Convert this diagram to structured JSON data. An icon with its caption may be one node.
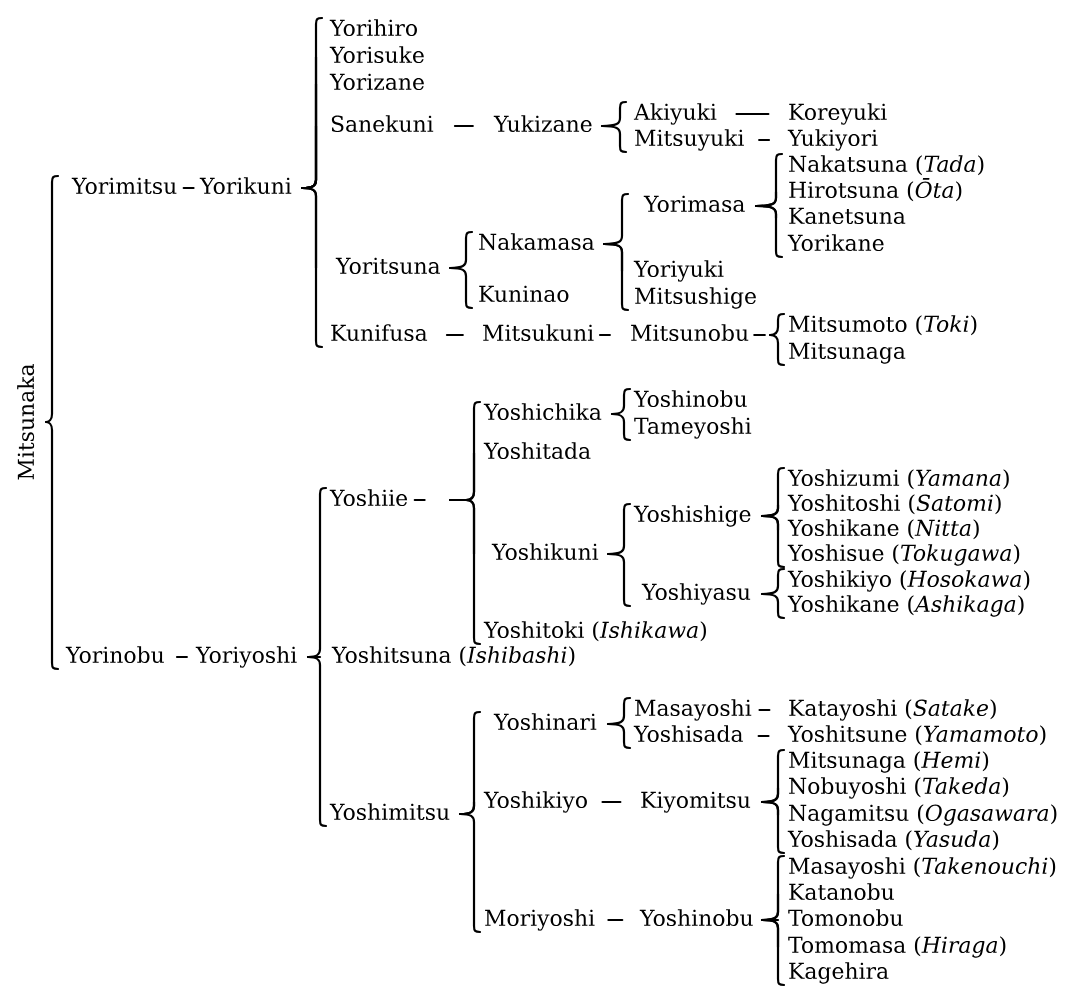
{
  "diagram": {
    "nodes": [
      {
        "text": [
          "Mitsunaka"
        ]
      },
      {
        "text": [
          "Yorimitsu"
        ]
      },
      {
        "text": [
          "Yorikuni"
        ]
      },
      {
        "text": [
          "Yorihiro"
        ]
      },
      {
        "text": [
          "Yorisuke"
        ]
      },
      {
        "text": [
          "Yorizane"
        ]
      },
      {
        "text": [
          "Sanekuni"
        ]
      },
      {
        "text": [
          "Yukizane"
        ]
      },
      {
        "text": [
          "Akiyuki"
        ]
      },
      {
        "text": [
          "Koreyuki"
        ]
      },
      {
        "text": [
          "Mitsuyuki"
        ]
      },
      {
        "text": [
          "Yukiyori"
        ]
      },
      {
        "text": [
          "Yoritsuna"
        ]
      },
      {
        "text": [
          "Nakamasa"
        ]
      },
      {
        "text": [
          "Yorimasa"
        ]
      },
      {
        "text": [
          "Nakatsuna (*Tada*)"
        ]
      },
      {
        "text": [
          "Hirotsuna (*Ōta*)"
        ]
      },
      {
        "text": [
          "Kanetsuna"
        ]
      },
      {
        "text": [
          "Yorikane"
        ]
      },
      {
        "text": [
          "Yoriyuki"
        ]
      },
      {
        "text": [
          "Mitsushige"
        ]
      },
      {
        "text": [
          "Kuninao"
        ]
      },
      {
        "text": [
          "Kunifusa"
        ]
      },
      {
        "text": [
          "Mitsukuni"
        ]
      },
      {
        "text": [
          "Mitsunobu"
        ]
      },
      {
        "text": [
          "Mitsumoto (*Toki*)"
        ]
      },
      {
        "text": [
          "Mitsunaga"
        ]
      },
      {
        "text": [
          "Yorinobu"
        ]
      },
      {
        "text": [
          "Yoriyoshi"
        ]
      },
      {
        "text": [
          "Yoshiie"
        ]
      },
      {
        "text": [
          "Yoshichika"
        ]
      },
      {
        "text": [
          "Yoshinobu"
        ]
      },
      {
        "text": [
          "Tameyoshi"
        ]
      },
      {
        "text": [
          "Yoshitada"
        ]
      },
      {
        "text": [
          "Yoshikuni"
        ]
      },
      {
        "text": [
          "Yoshishige"
        ]
      },
      {
        "text": [
          "Yoshizumi (*Yamana*)"
        ]
      },
      {
        "text": [
          "Yoshitoshi (*Satomi*)"
        ]
      },
      {
        "text": [
          "Yoshikane (*Nitta*)"
        ]
      },
      {
        "text": [
          "Yoshisue (*Tokugawa*)"
        ]
      },
      {
        "text": [
          "Yoshiyasu"
        ]
      },
      {
        "text": [
          "Yoshikiyo (*Hosokawa*)"
        ]
      },
      {
        "text": [
          "Yoshikane (*Ashikaga*)"
        ]
      },
      {
        "text": [
          "Yoshitoki (*Ishikawa*)"
        ]
      },
      {
        "text": [
          "Yoshitsuna (*Ishibashi*)"
        ]
      },
      {
        "text": [
          "Yoshimitsu"
        ]
      },
      {
        "text": [
          "Yoshinari"
        ]
      },
      {
        "text": [
          "Masayoshi"
        ]
      },
      {
        "text": [
          "Katayoshi (*Satake*)"
        ]
      },
      {
        "text": [
          "Yoshisada"
        ]
      },
      {
        "text": [
          "Yoshitsune (*Yamamoto*)"
        ]
      },
      {
        "text": [
          "Yoshikiyo"
        ]
      },
      {
        "text": [
          "Kiyomitsu"
        ]
      },
      {
        "text": [
          "Mitsunaga (*Hemi*)"
        ]
      },
      {
        "text": [
          "Nobuyoshi (*Takeda*)"
        ]
      },
      {
        "text": [
          "Nagamitsu (*Ogasawara*)"
        ]
      },
      {
        "text": [
          "Yoshisada (*Yasuda*)"
        ]
      },
      {
        "text": [
          "Moriyoshi"
        ]
      },
      {
        "text": [
          "Yoshinobu"
        ]
      },
      {
        "text": [
          "Masayoshi (*Takenouchi*)"
        ]
      },
      {
        "text": [
          "Katanobu"
        ]
      },
      {
        "text": [
          "Tomonobu"
        ]
      },
      {
        "text": [
          "Tomomasa (*Hiraga*)"
        ]
      },
      {
        "text": [
          "Kagehira"
        ]
      }
    ],
    "edges": [
      {
        "from": 0,
        "to": 1,
        "arrow": "none"
      },
      {
        "from": 0,
        "to": 27,
        "arrow": "none"
      },
      {
        "from": 1,
        "to": 2,
        "arrow": "none"
      },
      {
        "from": 2,
        "to": 3,
        "arrow": "none"
      },
      {
        "from": 2,
        "to": 4,
        "arrow": "none"
      },
      {
        "from": 2,
        "to": 5,
        "arrow": "none"
      },
      {
        "from": 2,
        "to": 6,
        "arrow": "none"
      },
      {
        "from": 2,
        "to": 12,
        "arrow": "none"
      },
      {
        "from": 2,
        "to": 22,
        "arrow": "none"
      },
      {
        "from": 6,
        "to": 7,
        "arrow": "none"
      },
      {
        "from": 7,
        "to": 8,
        "arrow": "none"
      },
      {
        "from": 7,
        "to": 10,
        "arrow": "none"
      },
      {
        "from": 8,
        "to": 9,
        "arrow": "none"
      },
      {
        "from": 10,
        "to": 11,
        "arrow": "none"
      },
      {
        "from": 12,
        "to": 13,
        "arrow": "none"
      },
      {
        "from": 12,
        "to": 21,
        "arrow": "none"
      },
      {
        "from": 13,
        "to": 14,
        "arrow": "none"
      },
      {
        "from": 13,
        "to": 19,
        "arrow": "none"
      },
      {
        "from": 13,
        "to": 20,
        "arrow": "none"
      },
      {
        "from": 14,
        "to": 15,
        "arrow": "none"
      },
      {
        "from": 14,
        "to": 16,
        "arrow": "none"
      },
      {
        "from": 14,
        "to": 17,
        "arrow": "none"
      },
      {
        "from": 14,
        "to": 18,
        "arrow": "none"
      },
      {
        "from": 22,
        "to": 23,
        "arrow": "none"
      },
      {
        "from": 23,
        "to": 24,
        "arrow": "none"
      },
      {
        "from": 24,
        "to": 25,
        "arrow": "none"
      },
      {
        "from": 24,
        "to": 26,
        "arrow": "none"
      },
      {
        "from": 27,
        "to": 28,
        "arrow": "none"
      },
      {
        "from": 28,
        "to": 29,
        "arrow": "none"
      },
      {
        "from": 28,
        "to": 44,
        "arrow": "none"
      },
      {
        "from": 28,
        "to": 45,
        "arrow": "none"
      },
      {
        "from": 29,
        "to": 30,
        "arrow": "none"
      },
      {
        "from": 29,
        "to": 33,
        "arrow": "none"
      },
      {
        "from": 29,
        "to": 34,
        "arrow": "none"
      },
      {
        "from": 29,
        "to": 43,
        "arrow": "none"
      },
      {
        "from": 30,
        "to": 31,
        "arrow": "none"
      },
      {
        "from": 30,
        "to": 32,
        "arrow": "none"
      },
      {
        "from": 34,
        "to": 35,
        "arrow": "none"
      },
      {
        "from": 34,
        "to": 40,
        "arrow": "none"
      },
      {
        "from": 35,
        "to": 36,
        "arrow": "none"
      },
      {
        "from": 35,
        "to": 37,
        "arrow": "none"
      },
      {
        "from": 35,
        "to": 38,
        "arrow": "none"
      },
      {
        "from": 35,
        "to": 39,
        "arrow": "none"
      },
      {
        "from": 40,
        "to": 41,
        "arrow": "none"
      },
      {
        "from": 40,
        "to": 42,
        "arrow": "none"
      },
      {
        "from": 45,
        "to": 46,
        "arrow": "none"
      },
      {
        "from": 45,
        "to": 51,
        "arrow": "none"
      },
      {
        "from": 45,
        "to": 57,
        "arrow": "none"
      },
      {
        "from": 46,
        "to": 47,
        "arrow": "none"
      },
      {
        "from": 46,
        "to": 49,
        "arrow": "none"
      },
      {
        "from": 47,
        "to": 48,
        "arrow": "none"
      },
      {
        "from": 49,
        "to": 50,
        "arrow": "none"
      },
      {
        "from": 51,
        "to": 52,
        "arrow": "none"
      },
      {
        "from": 52,
        "to": 53,
        "arrow": "none"
      },
      {
        "from": 52,
        "to": 54,
        "arrow": "none"
      },
      {
        "from": 52,
        "to": 55,
        "arrow": "none"
      },
      {
        "from": 52,
        "to": 56,
        "arrow": "none"
      },
      {
        "from": 57,
        "to": 58,
        "arrow": "none"
      },
      {
        "from": 58,
        "to": 59,
        "arrow": "none"
      },
      {
        "from": 58,
        "to": 60,
        "arrow": "none"
      },
      {
        "from": 58,
        "to": 61,
        "arrow": "none"
      },
      {
        "from": 58,
        "to": 62,
        "arrow": "none"
      },
      {
        "from": 58,
        "to": 63,
        "arrow": "none"
      }
    ]
  }
}
